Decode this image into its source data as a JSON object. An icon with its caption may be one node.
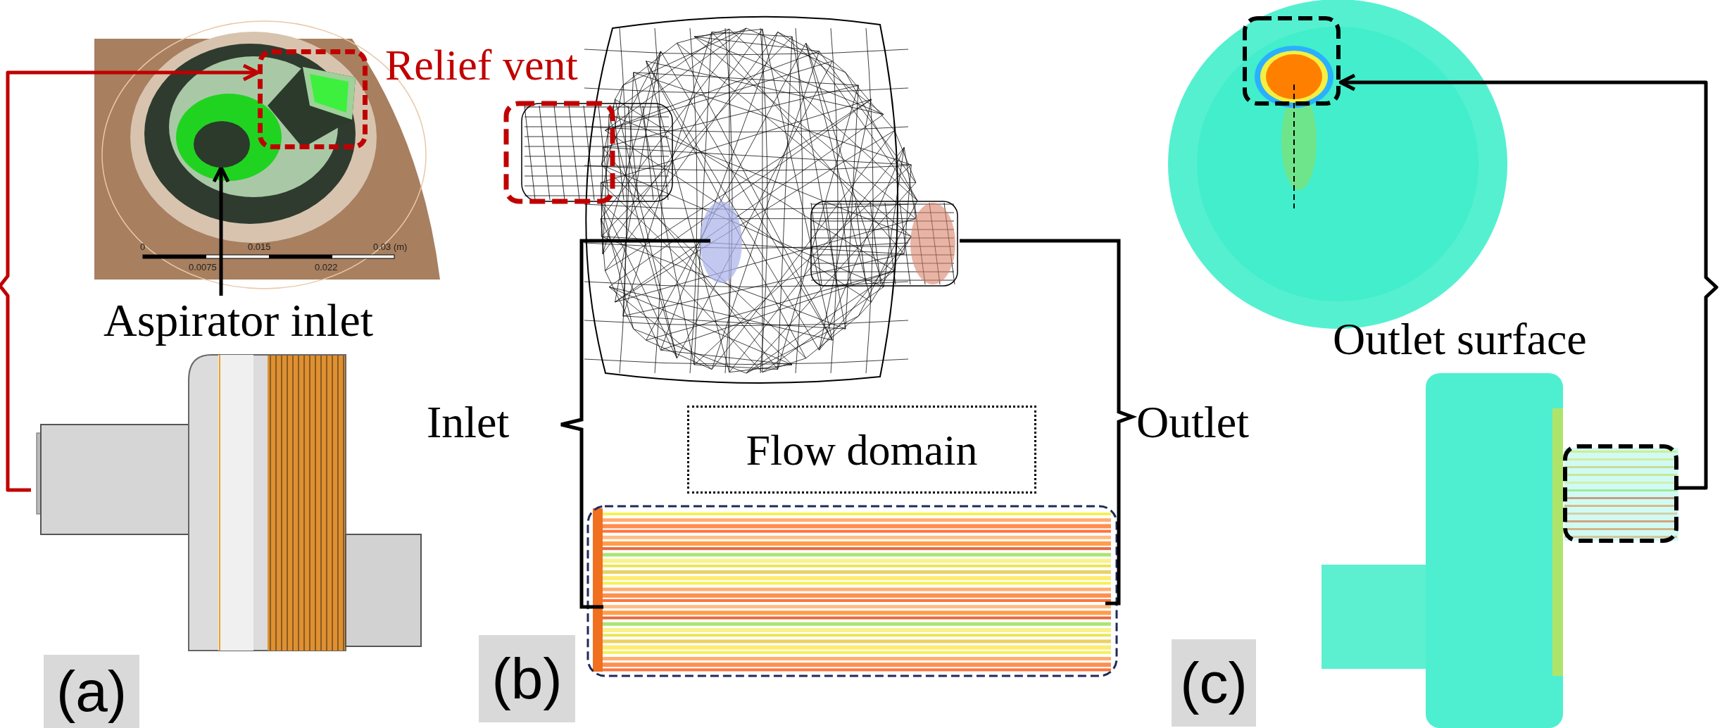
{
  "diagram": {
    "nodes": [
      {
        "text": [
          "Relief vent"
        ]
      },
      {
        "text": [
          "Aspirator inlet"
        ]
      },
      {
        "text": [],
        "shape": "picture"
      },
      {
        "text": [
          "Flow domain"
        ]
      },
      {
        "text": [],
        "shape": "box"
      },
      {
        "text": [],
        "shape": "box"
      },
      {
        "text": [],
        "shape": "circle"
      }
    ],
    "edges": [
      {
        "from": 2,
        "to": 0,
        "arrow": "to",
        "color": "#c00000"
      },
      {
        "from": 1,
        "to": 6,
        "arrow": "to"
      },
      {
        "from": 5,
        "to": 4,
        "arrow": "to"
      }
    ],
    "labels": [
      "0",
      "0.015",
      "0.03 (m)",
      "0.0075",
      "0.022",
      "Inlet",
      "Outlet",
      "Outlet surface",
      "(a)",
      "(b)",
      "(c)"
    ]
  }
}
